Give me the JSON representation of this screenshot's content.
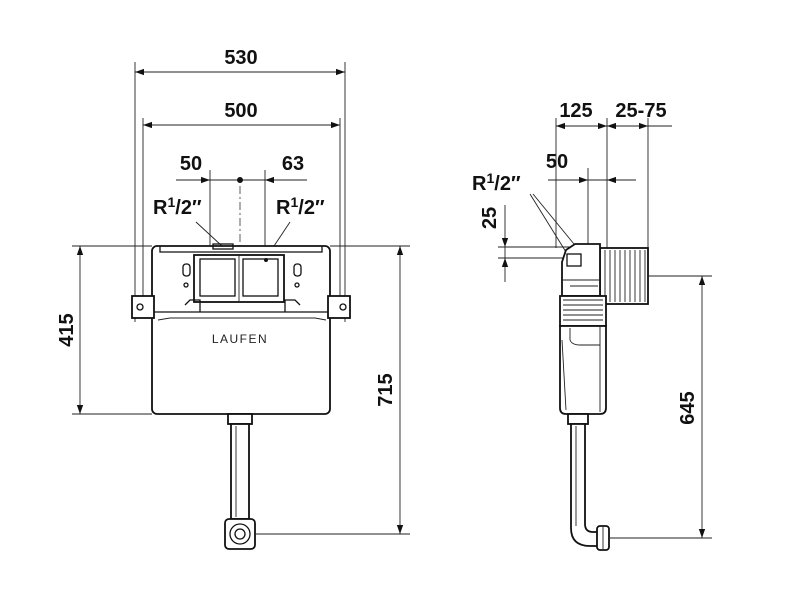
{
  "front_view": {
    "dim_overall_width": "530",
    "dim_frame_width": "500",
    "dim_left_offset": "50",
    "dim_right_offset": "63",
    "thread_left": {
      "main": "R",
      "num": "1",
      "slash": "/",
      "den": "2",
      "mark": "″"
    },
    "thread_right": {
      "main": "R",
      "num": "1",
      "slash": "/",
      "den": "2",
      "mark": "″"
    },
    "dim_tank_height": "415",
    "dim_total_height": "715",
    "brand": "LAUFEN"
  },
  "side_view": {
    "dim_depth": "125",
    "dim_adjust": "25-75",
    "dim_offset": "50",
    "dim_inlet": "25",
    "thread": {
      "main": "R",
      "num": "1",
      "slash": "/",
      "den": "2",
      "mark": "″"
    },
    "dim_height": "645"
  },
  "colors": {
    "line": "#111111",
    "background": "#ffffff"
  }
}
